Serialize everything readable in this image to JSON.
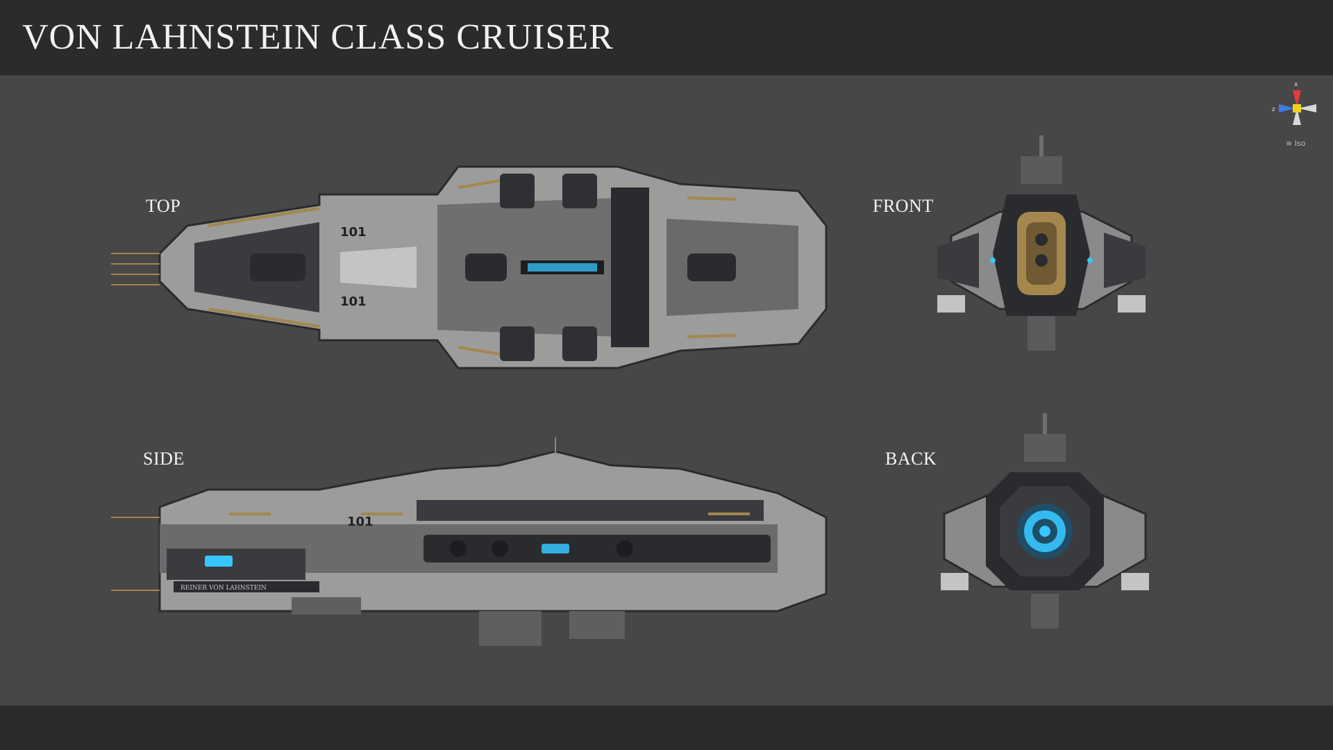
{
  "header": {
    "title": "VON LAHNSTEIN CLASS CRUISER"
  },
  "views": {
    "top": {
      "label": "TOP",
      "hull_number": "101"
    },
    "front": {
      "label": "FRONT"
    },
    "side": {
      "label": "SIDE",
      "hull_number": "101",
      "nameplate": "REINER VON LAHNSTEIN"
    },
    "back": {
      "label": "BACK"
    }
  },
  "gizmo": {
    "x_axis": "x",
    "z_axis": "z",
    "mode": "Iso",
    "icon": "scene-orientation-gizmo-icon",
    "menu_icon": "hamburger-menu-icon"
  },
  "colors": {
    "background": "#474747",
    "header": "#2b2b2b",
    "hull_light": "#b4b4b2",
    "hull_dark": "#2a2b2e",
    "accent_gold": "#a4874d",
    "glow_cyan": "#37c6ff"
  }
}
